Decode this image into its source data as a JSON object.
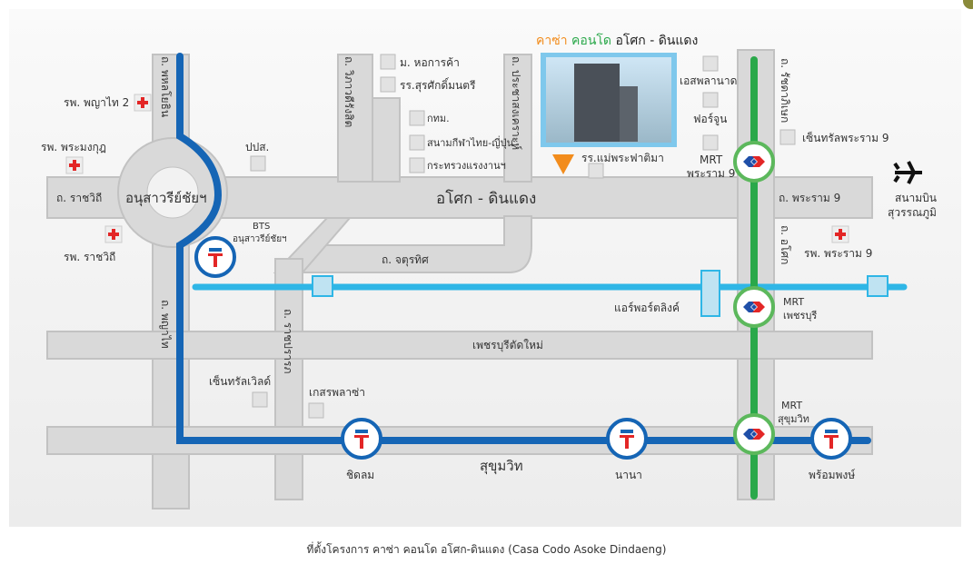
{
  "map": {
    "title": {
      "part1": "คาซ่า",
      "part2": "คอนโด",
      "part3": "อโศก - ดินแดง"
    },
    "colors": {
      "bts": "#1565b5",
      "mrt": "#2aa84a",
      "airport_link": "#2fb6e6",
      "road": "#d9d9d9",
      "accent": "#f28c1c",
      "hospital": "#e32626"
    },
    "labels": {
      "phahonyothin": "ถ. พหลโยธิน",
      "phayathai2_hospital": "รพ. พญาไท 2",
      "phramongkut_hospital": "รพ. พระมงกุฎ",
      "onbc": "ปปส.",
      "ratchawithi_road": "ถ. ราชวิถี",
      "victory_monument": "อนุสาวรีย์ชัยฯ",
      "bts_victory_1": "BTS",
      "bts_victory_2": "อนุสาวรีย์ชัยฯ",
      "ratchawithi_hospital": "รพ. ราชวิถี",
      "vibhavadi": "ถ. วิภาวดีรังสิต",
      "utcc": "ม. หอการค้า",
      "surasak_school": "รร.สุรศักดิ์มนตรี",
      "bma": "กทม.",
      "thai_japan_stadium": "สนามกีฬาไทย-ญี่ปุ่น",
      "labour_ministry": "กระทรวงแรงงานฯ",
      "pracha_songkhro": "ถ. ประชาสงเคราะห์",
      "asoke_dindaeng": "อโศก - ดินแดง",
      "chatuchot": "ถ. จตุรทิศ",
      "fatima_school": "รร.แม่พระฟาติมา",
      "esplanade": "เอสพลานาด",
      "fortune": "ฟอร์จูน",
      "mrt_rama9_1": "MRT",
      "mrt_rama9_2": "พระราม 9",
      "ratchadaphisek": "ถ. รัชดาภิเษก",
      "central_rama9": "เซ็นทรัลพระราม 9",
      "rama9_road": "ถ. พระราม 9",
      "airport_1": "สนามบิน",
      "airport_2": "สุวรรณภูมิ",
      "asoke_road": "ถ. อโศก",
      "rama9_hospital": "รพ. พระราม 9",
      "airport_link": "แอร์พอร์ตลิงค์",
      "mrt_phetchaburi_1": "MRT",
      "mrt_phetchaburi_2": "เพชรบุรี",
      "phayathai_road": "ถ. พญาไท",
      "ratchaprarop": "ถ. ราชปรารภ",
      "new_phetchaburi": "เพชรบุรีตัดใหม่",
      "central_world": "เซ็นทรัลเวิลด์",
      "gaysorn": "เกสรพลาซ่า",
      "mrt_sukhumvit_1": "MRT",
      "mrt_sukhumvit_2": "สุขุมวิท",
      "sukhumvit": "สุขุมวิท",
      "chidlom": "ชิดลม",
      "nana": "นานา",
      "phromphong": "พร้อมพงษ์",
      "bts_logo": "BTS"
    }
  },
  "caption": "ที่ตั้งโครงการ คาซ่า คอนโด อโศก-ดินแดง (Casa Codo Asoke Dindaeng)"
}
